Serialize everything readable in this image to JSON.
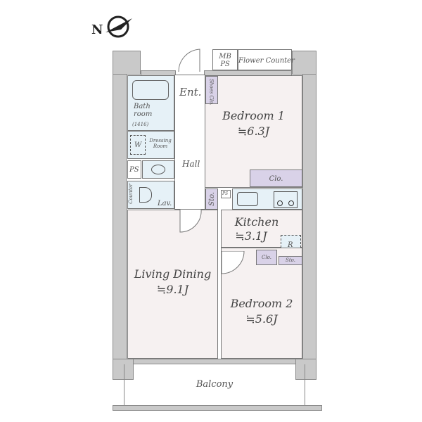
{
  "rooms": {
    "bedroom1": {
      "name": "Bedroom 1",
      "area": "≒6.3J"
    },
    "kitchen": {
      "name": "Kitchen",
      "area": "≒3.1J"
    },
    "living_dining": {
      "name": "Living Dining",
      "area": "≒9.1J"
    },
    "bedroom2": {
      "name": "Bedroom 2",
      "area": "≒5.6J"
    }
  },
  "labels": {
    "entrance": "Ent.",
    "hall": "Hall",
    "bathroom": "Bath room",
    "bath_size": "(1416)",
    "washer": "W",
    "dressing_room": "Dressing Room",
    "ps": "PS",
    "counter": "Counter",
    "lavatory": "Lav.",
    "shoes_closet": "Shoes Clo.",
    "storage": "Sto.",
    "closet": "Clo.",
    "refrigerator": "R",
    "closet2": "Clo.",
    "storage2": "Sto.",
    "mb_ps": "MB PS",
    "flower_counter": "Flower Counter",
    "balcony": "Balcony",
    "kitchen_ps": "PS"
  },
  "compass": {
    "label": "N",
    "icon": "north-arrow-icon"
  },
  "colors": {
    "room": "#f6f1f1",
    "wet": "#e6f1f7",
    "storage": "#d9d2e8",
    "wall": "#c9c9c9"
  }
}
